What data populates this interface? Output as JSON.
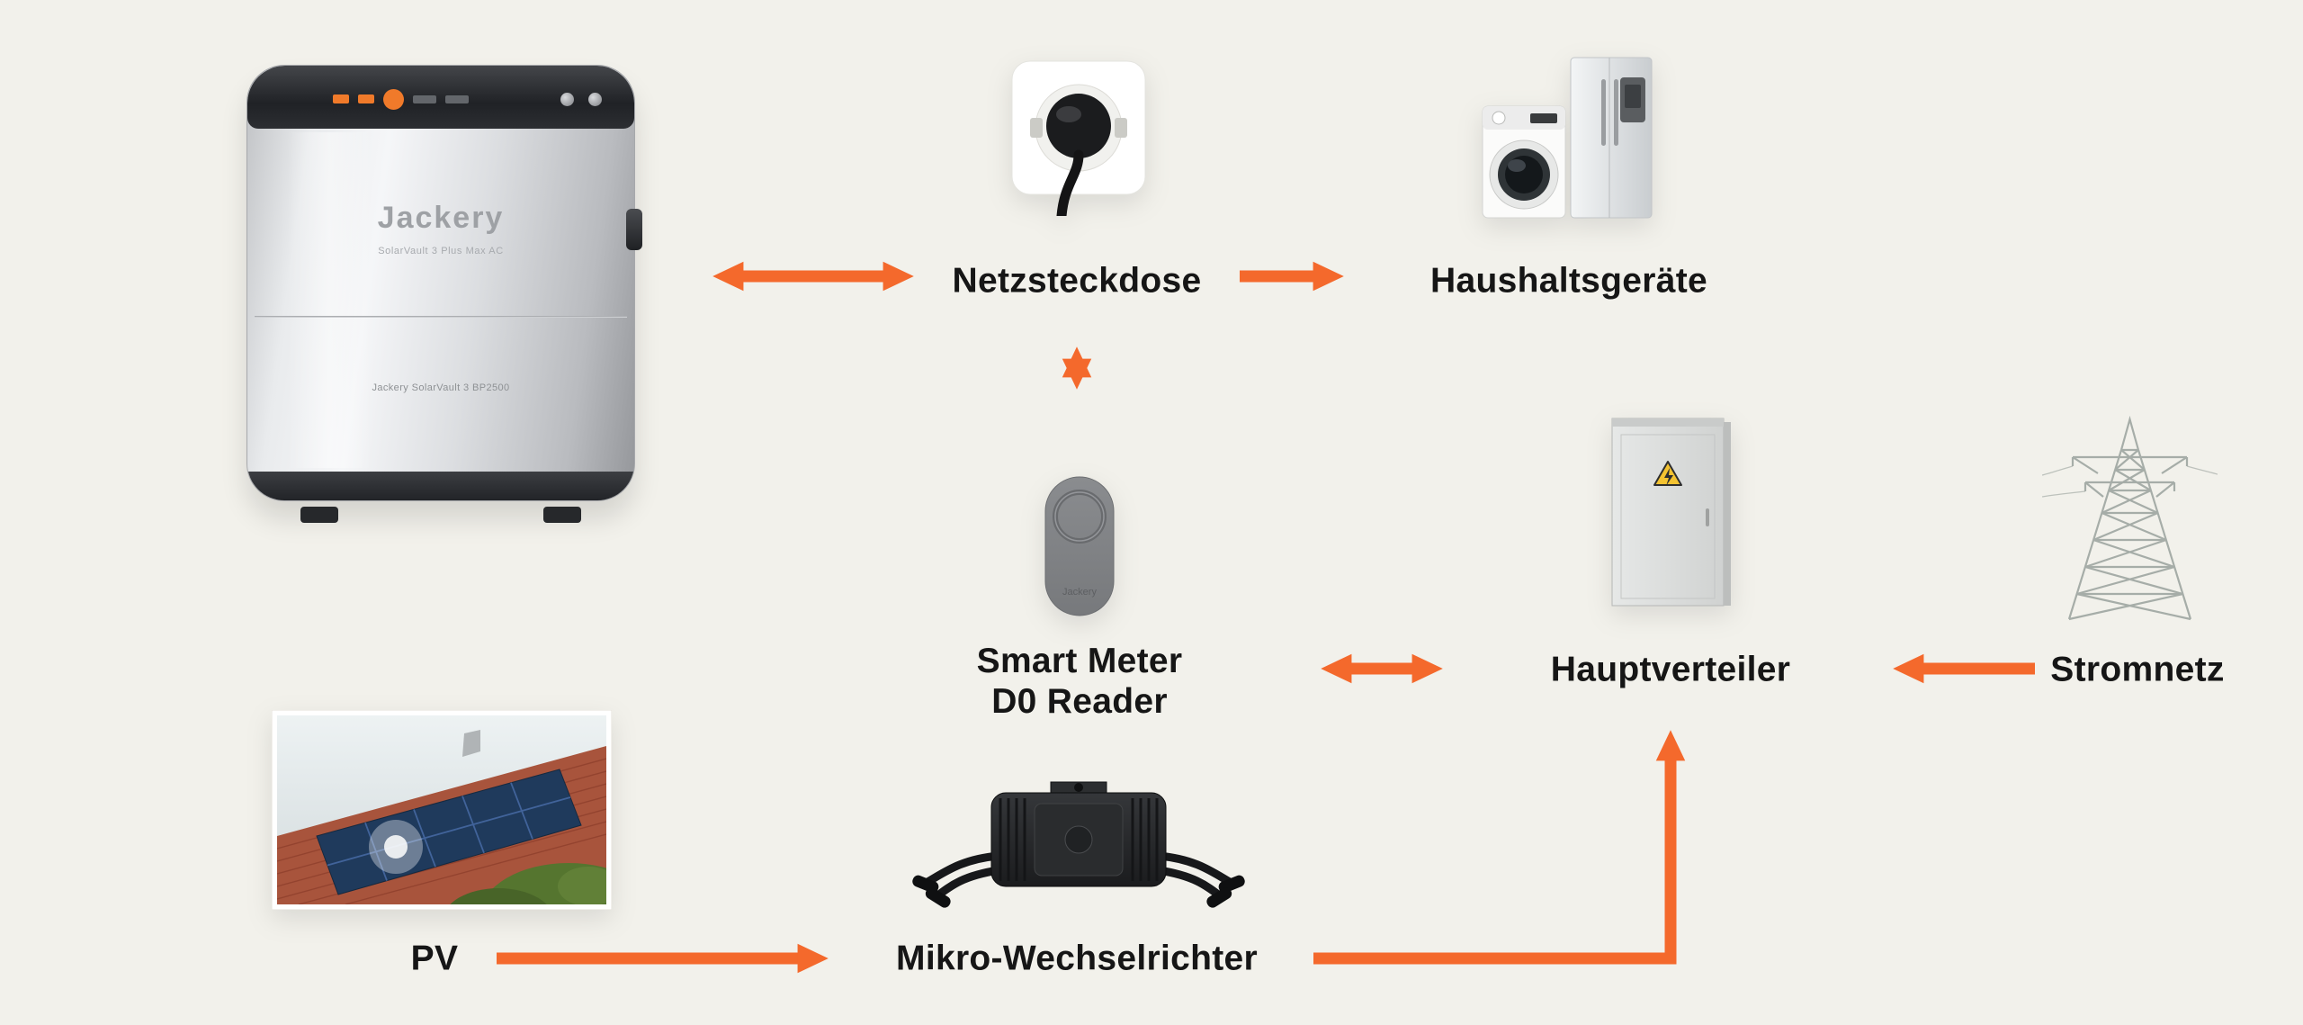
{
  "colors": {
    "background": "#F2F1EB",
    "accent": "#F4692C",
    "text": "#161616"
  },
  "diagram": {
    "battery": {
      "brand": "Jackery",
      "model_text": "SolarVault 3 Plus Max AC",
      "series_text": "Jackery SolarVault 3 BP2500"
    },
    "outlet_label": "Netzsteckdose",
    "appliances_label": "Haushaltsgeräte",
    "smart_meter_label_line1": "Smart Meter",
    "smart_meter_label_line2": "D0 Reader",
    "smart_meter_brand": "Jackery",
    "distributor_label": "Hauptverteiler",
    "grid_label": "Stromnetz",
    "pv_label": "PV",
    "inverter_label": "Mikro-Wechselrichter"
  }
}
